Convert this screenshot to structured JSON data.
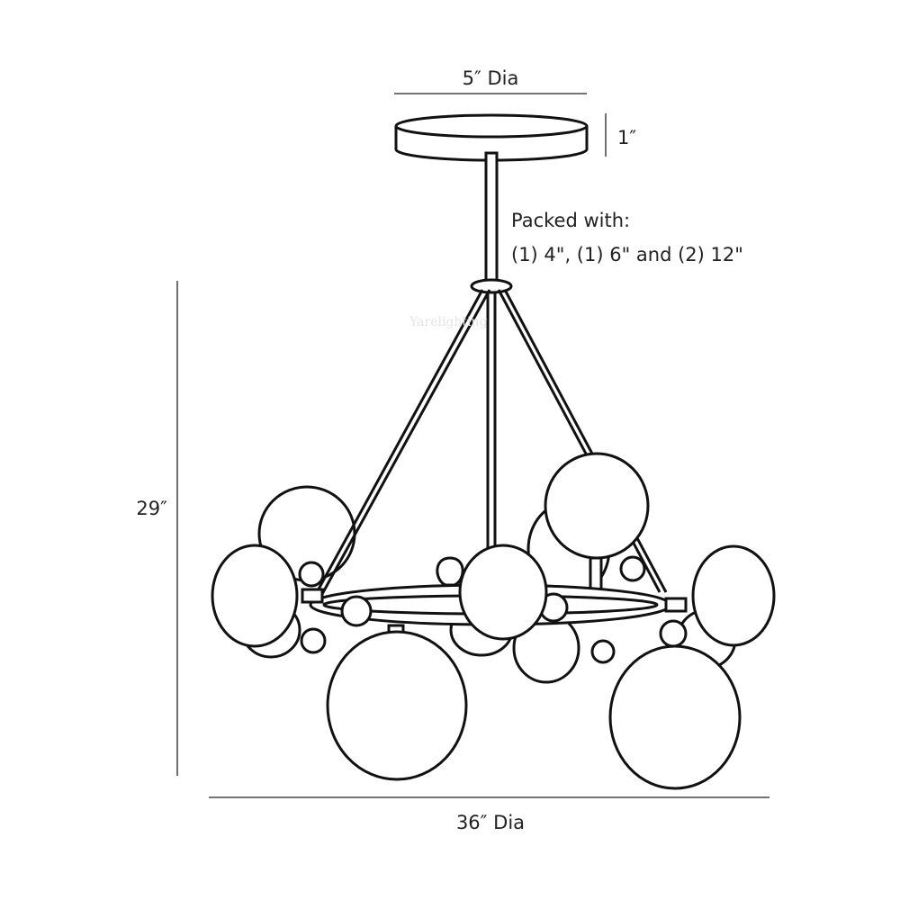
{
  "dimensions": {
    "canopy_diameter": "5″ Dia",
    "canopy_height": "1″",
    "overall_height": "29″",
    "overall_diameter": "36″ Dia"
  },
  "note": {
    "line1": "Packed with:",
    "line2": "(1) 4\", (1) 6\" and (2) 12\""
  },
  "watermark": "Yarelighting",
  "colors": {
    "line": "#111111",
    "background": "#ffffff"
  }
}
